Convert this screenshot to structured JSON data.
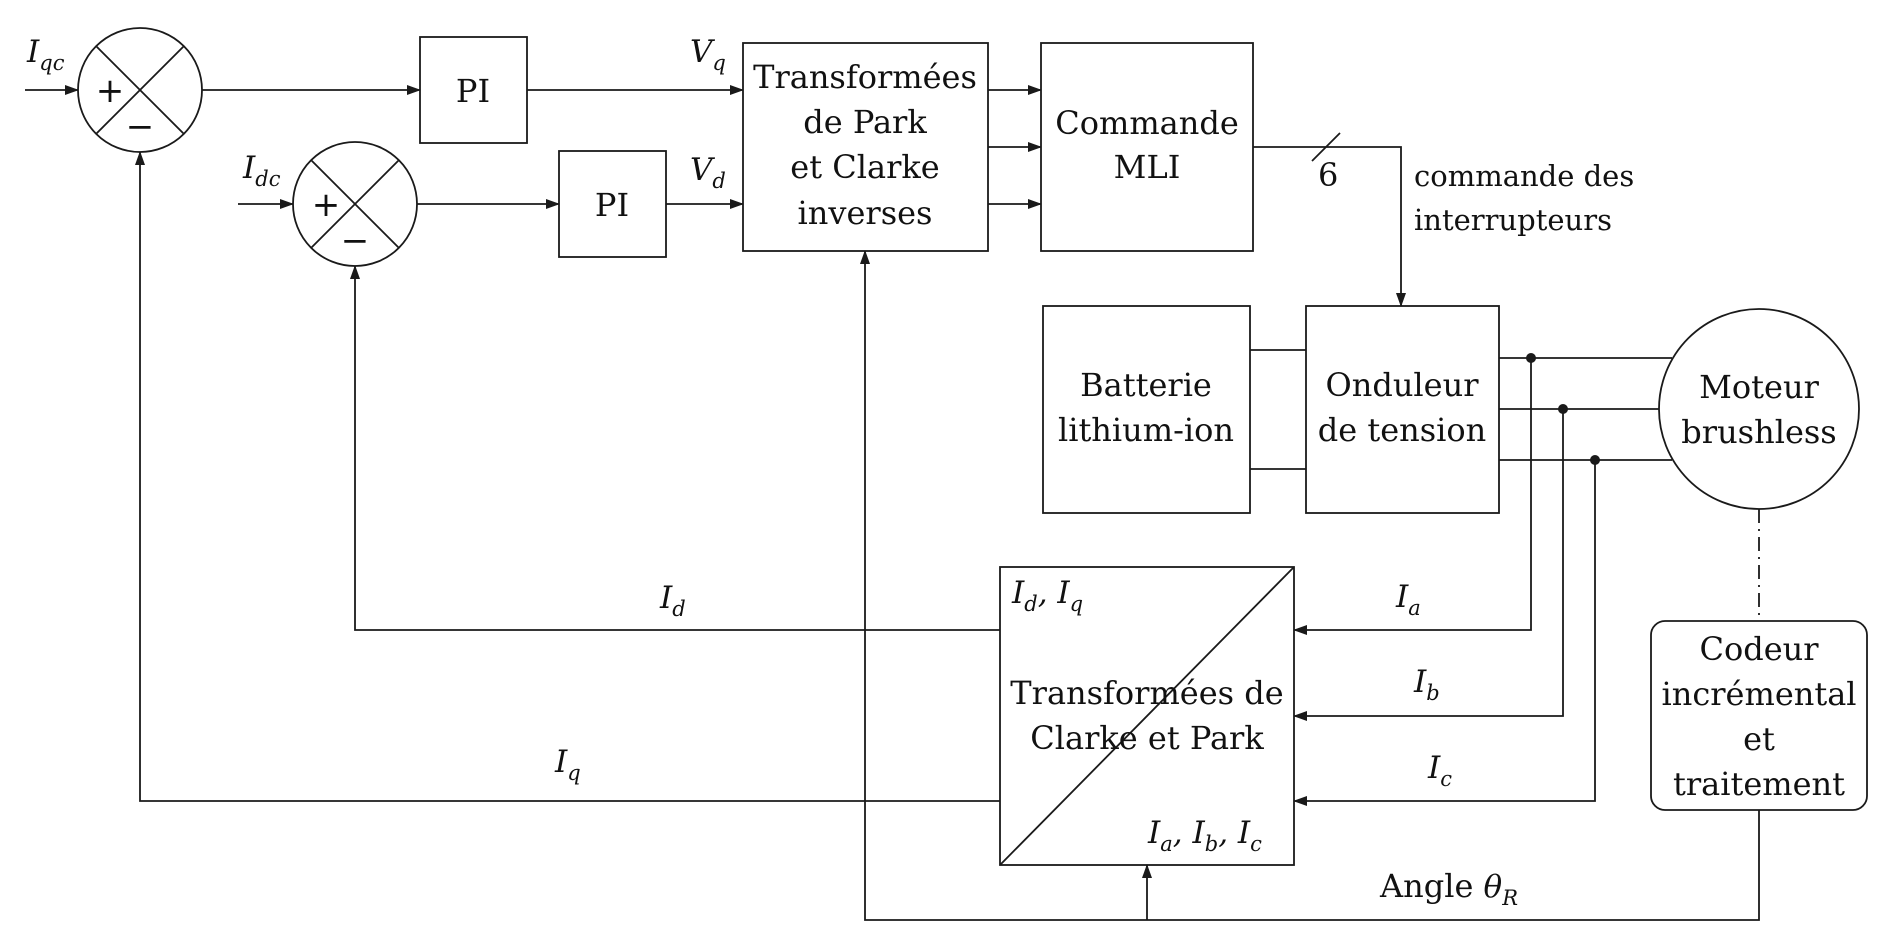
{
  "inputs": {
    "iqc": {
      "main": "I",
      "sub": "qc"
    },
    "idc": {
      "main": "I",
      "sub": "dc"
    }
  },
  "signs": {
    "plus": "+",
    "minus": "−"
  },
  "pi_label": "PI",
  "signals": {
    "vq": {
      "main": "V",
      "sub": "q"
    },
    "vd": {
      "main": "V",
      "sub": "d"
    },
    "id": {
      "main": "I",
      "sub": "d"
    },
    "iq": {
      "main": "I",
      "sub": "q"
    },
    "ia": {
      "main": "I",
      "sub": "a"
    },
    "ib": {
      "main": "I",
      "sub": "b"
    },
    "ic": {
      "main": "I",
      "sub": "c"
    },
    "angle": {
      "prefix": "Angle ",
      "main": "θ",
      "sub": "R"
    }
  },
  "inverse_transform": {
    "lines": [
      "Transformées",
      "de Park",
      "et Clarke",
      "inverses"
    ]
  },
  "pwm": {
    "lines": [
      "Commande",
      "MLI"
    ]
  },
  "bus_width": "6",
  "switch_command": {
    "lines": [
      "commande des",
      "interrupteurs"
    ]
  },
  "battery": {
    "lines": [
      "Batterie",
      "lithium-ion"
    ]
  },
  "inverter": {
    "lines": [
      "Onduleur",
      "de tension"
    ]
  },
  "motor": {
    "lines": [
      "Moteur",
      "brushless"
    ]
  },
  "encoder": {
    "lines": [
      "Codeur",
      "incrémental",
      "et",
      "traitement"
    ]
  },
  "forward_transform": {
    "lines": [
      "Transformées de",
      "Clarke et Park"
    ],
    "out_label": {
      "a": "I",
      "a_sub": "d",
      "sep": ", ",
      "b": "I",
      "b_sub": "q"
    },
    "in_label": {
      "a": "I",
      "a_sub": "a",
      "sep1": ", ",
      "b": "I",
      "b_sub": "b",
      "sep2": ", ",
      "c": "I",
      "c_sub": "c"
    }
  }
}
